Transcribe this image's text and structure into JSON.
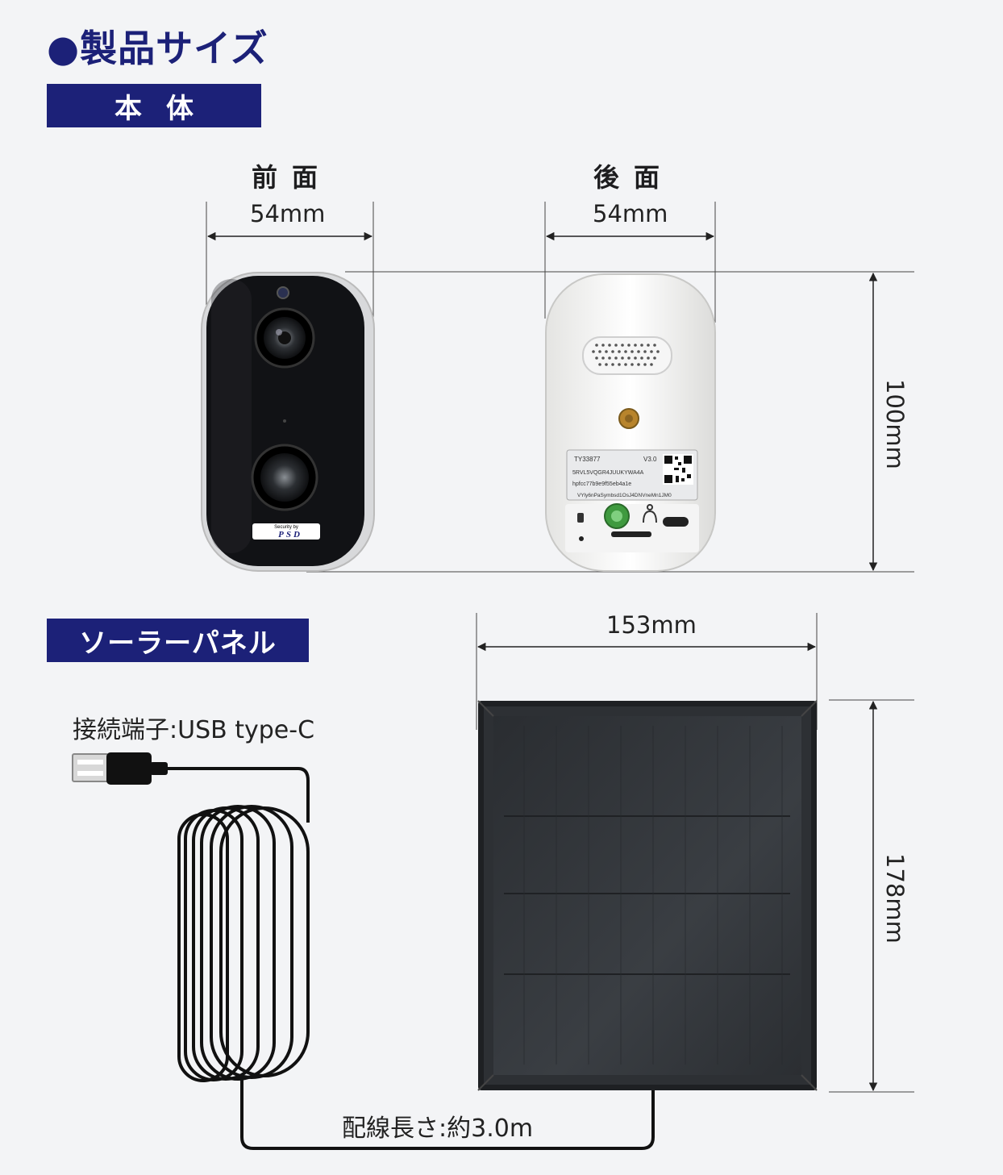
{
  "header": {
    "title": "●製品サイズ"
  },
  "sections": {
    "body_label": "本体",
    "solar_label": "ソーラーパネル"
  },
  "camera": {
    "front_label": "前面",
    "back_label": "後面",
    "front_width": "54mm",
    "back_width": "54mm",
    "height": "100mm",
    "front_logo_top": "Security by",
    "front_logo": "PSD",
    "label_lines": [
      "TY33877",
      "V3.0",
      "5RVL5VQGR4JUUKYWA4A",
      "hpfcc77b9e9f55eb4a1e",
      "VYly6nPaSymbsd1OsJ4DNVneMn1JM0"
    ]
  },
  "solar": {
    "width": "153mm",
    "height": "178mm",
    "connector": "接続端子:USB type-C",
    "cable_length": "配線長さ:約3.0m"
  },
  "colors": {
    "accent": "#1c2178",
    "background": "#f3f4f6"
  }
}
